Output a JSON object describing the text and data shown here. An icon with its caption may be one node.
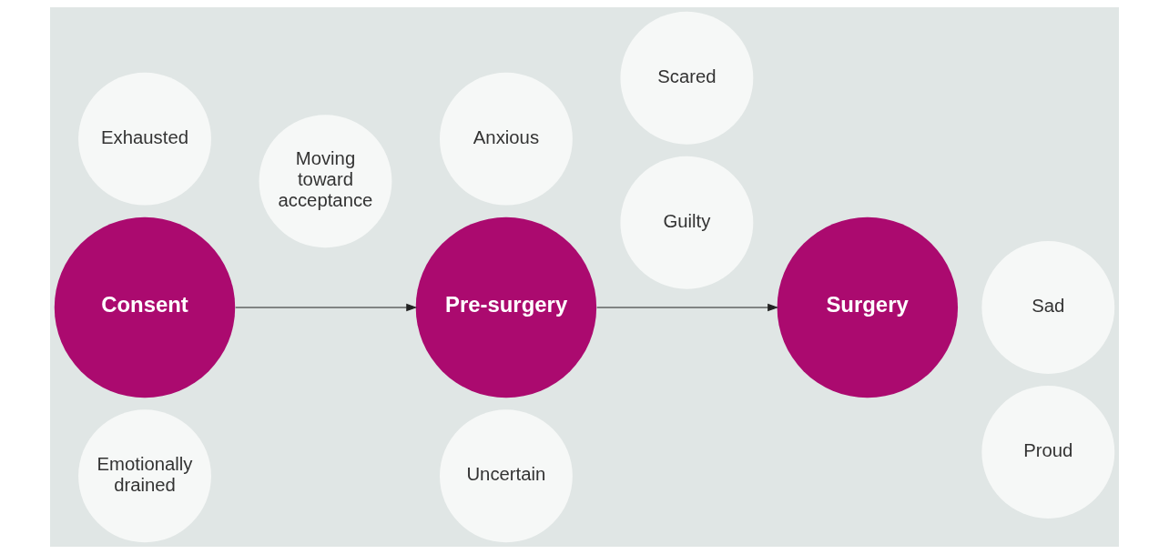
{
  "diagram": {
    "nodes": [
      {
        "text": [
          "Exhausted"
        ]
      },
      {
        "text": [
          "Consent"
        ]
      },
      {
        "text": [
          "Emotionally drained"
        ]
      },
      {
        "text": [
          "Moving toward acceptance"
        ]
      },
      {
        "text": [
          "Anxious"
        ]
      },
      {
        "text": [
          "Pre-surgery"
        ]
      },
      {
        "text": [
          "Uncertain"
        ]
      },
      {
        "text": [
          "Scared"
        ]
      },
      {
        "text": [
          "Sad"
        ]
      },
      {
        "text": [
          "Surgery"
        ]
      },
      {
        "text": [
          "Guilty"
        ]
      },
      {
        "text": [
          "Proud"
        ]
      }
    ],
    "edges": [
      {
        "from": 1,
        "to": 5,
        "arrow": "to"
      },
      {
        "from": 5,
        "to": 9,
        "arrow": "to"
      }
    ]
  }
}
